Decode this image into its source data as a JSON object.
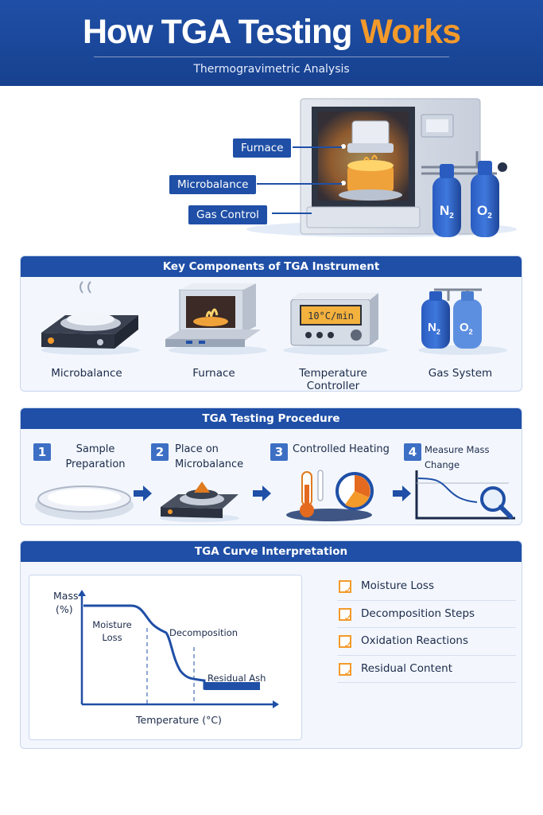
{
  "header": {
    "title_main": "How TGA Testing ",
    "title_accent": "Works",
    "subtitle": "Thermogravimetric Analysis",
    "colors": {
      "primary": "#1f4fa6",
      "accent": "#f39a2b"
    }
  },
  "hero": {
    "callouts": [
      "Furnace",
      "Microbalance",
      "Gas Control"
    ],
    "cylinder_labels": [
      "N",
      "2",
      "O",
      "2"
    ]
  },
  "components": {
    "title": "Key Components of TGA Instrument",
    "items": [
      {
        "label": "Microbalance",
        "icon": "microbalance-icon"
      },
      {
        "label": "Furnace",
        "icon": "furnace-icon"
      },
      {
        "label": "Temperature Controller",
        "icon": "temperature-controller-icon"
      },
      {
        "label": "Gas System",
        "icon": "gas-cylinders-icon"
      }
    ],
    "controller_display": "10°C/min"
  },
  "procedure": {
    "title": "TGA Testing Procedure",
    "steps": [
      {
        "num": "1",
        "line1": "Sample",
        "line2": "Preparation"
      },
      {
        "num": "2",
        "line1": "Place on",
        "line2": "Microbalance"
      },
      {
        "num": "3",
        "line1": "Controlled Heating",
        "line2": ""
      },
      {
        "num": "4",
        "line1": "Measure Mass Change",
        "line2": ""
      }
    ]
  },
  "curve": {
    "title": "TGA Curve  Interpretation",
    "ylabel_line1": "Mass",
    "ylabel_line2": "(%)",
    "xlabel": "Temperature (°C)",
    "annotations": {
      "moisture_line1": "Moisture",
      "moisture_line2": "Loss",
      "decomposition": "Decomposition",
      "residual": "Residual Ash"
    },
    "checklist": [
      "Moisture Loss",
      "Decomposition Steps",
      "Oxidation Reactions",
      "Residual Content"
    ]
  }
}
